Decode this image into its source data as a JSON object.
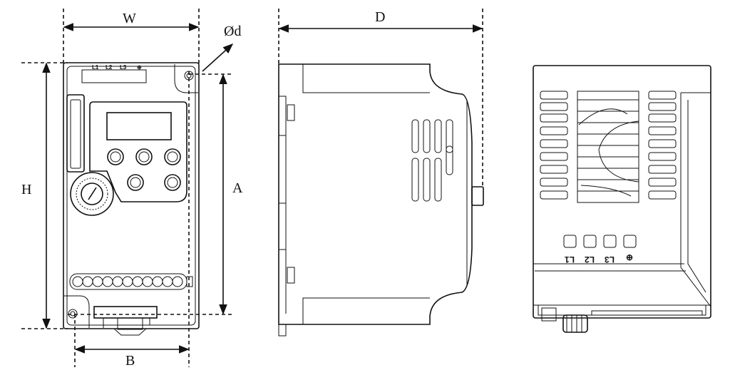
{
  "dimensions": {
    "width": "W",
    "height": "H",
    "depth": "D",
    "hole_diameter": "Ød",
    "mount_horizontal": "B",
    "mount_vertical": "A"
  },
  "front_terminal_labels": [
    "L1",
    "L2",
    "L3",
    "⊕"
  ],
  "bottom_terminal_labels": [
    "L1",
    "L2",
    "L3",
    "⊕"
  ]
}
